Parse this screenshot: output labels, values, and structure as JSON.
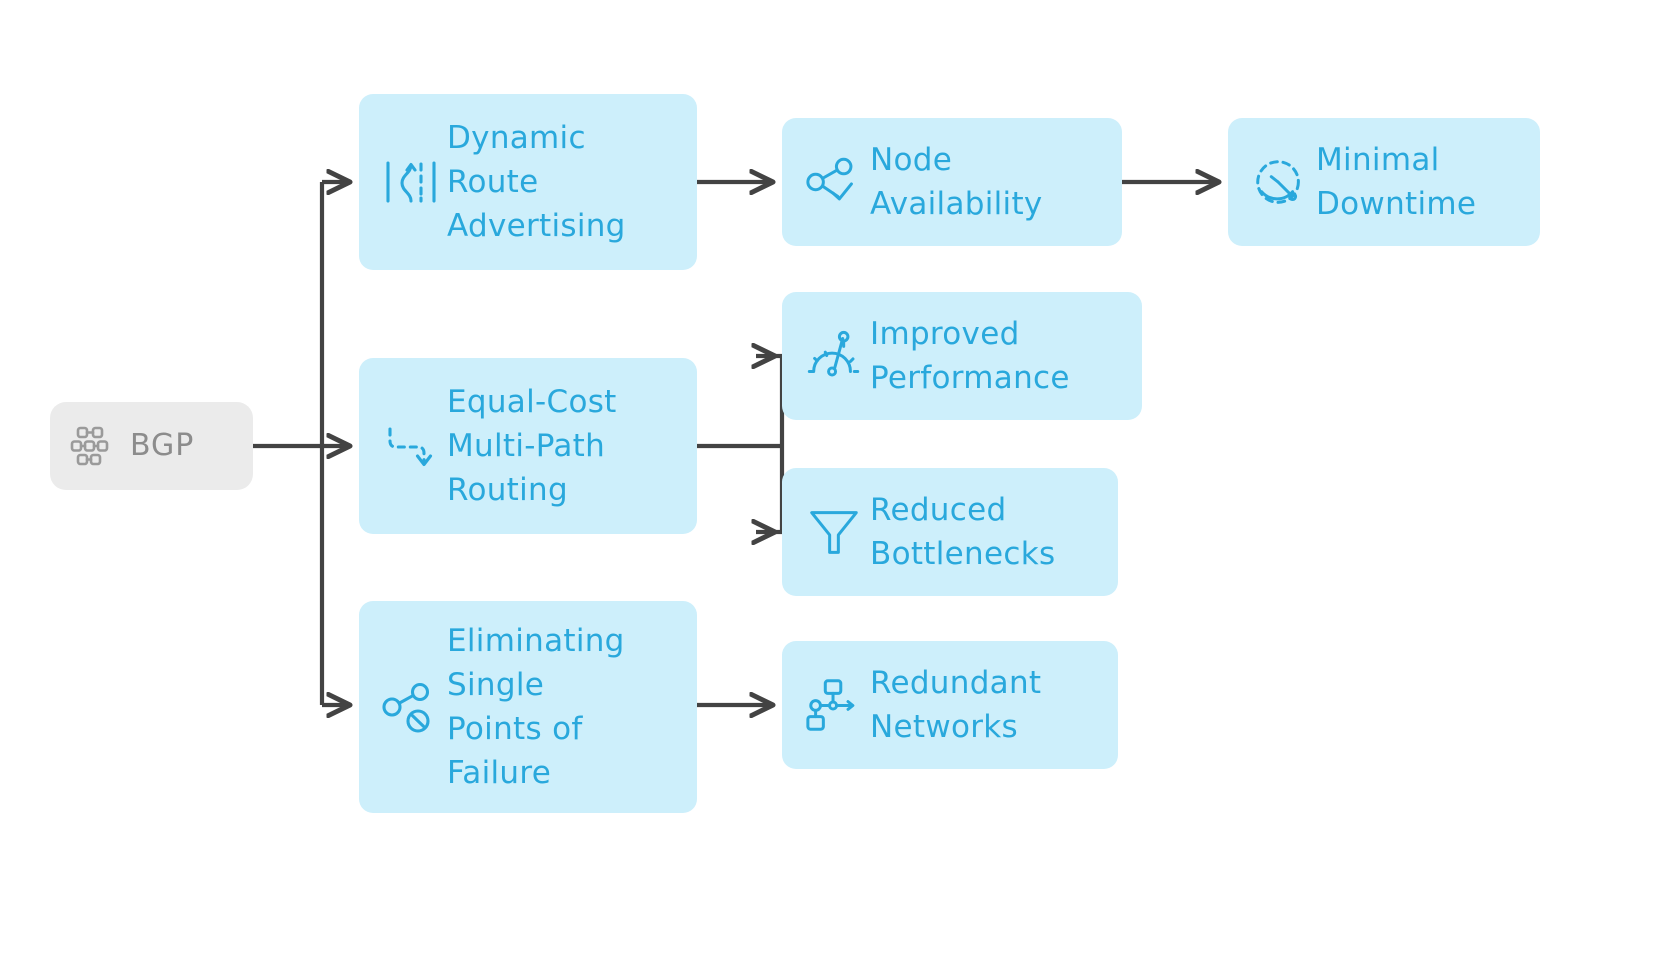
{
  "diagram": {
    "title": "BGP benefits flow diagram",
    "type": "flowchart",
    "direction": "left-to-right",
    "colors": {
      "root_bg": "#ebebeb",
      "root_text": "#8c8c8c",
      "node_bg": "#cdeffb",
      "node_text": "#29a8dc",
      "icon": "#29a8dc",
      "root_icon": "#9a9a9a",
      "edge": "#434343",
      "page_bg": "#ffffff"
    }
  },
  "nodes": {
    "root": {
      "id": "bgp",
      "label": "BGP",
      "icon": "network-topology-icon"
    },
    "branches": [
      {
        "id": "dynamic-route-advertising",
        "label": "Dynamic\nRoute\nAdvertising",
        "icon": "lane-merge-route-icon"
      },
      {
        "id": "equal-cost-multi-path-routing",
        "label": "Equal-Cost\nMulti-Path\nRouting",
        "icon": "dashed-branch-arrow-icon"
      },
      {
        "id": "eliminating-single-points-of-failure",
        "label": "Eliminating\nSingle\nPoints of\nFailure",
        "icon": "share-nodes-blocked-icon"
      }
    ],
    "leaves": [
      {
        "id": "node-availability",
        "label": "Node\nAvailability",
        "icon": "share-nodes-check-icon"
      },
      {
        "id": "minimal-downtime",
        "label": "Minimal\nDowntime",
        "icon": "dashed-clock-icon"
      },
      {
        "id": "improved-performance",
        "label": "Improved\nPerformance",
        "icon": "speed-gauge-icon"
      },
      {
        "id": "reduced-bottlenecks",
        "label": "Reduced\nBottlenecks",
        "icon": "funnel-filter-icon"
      },
      {
        "id": "redundant-networks",
        "label": "Redundant\nNetworks",
        "icon": "network-redundancy-icon"
      }
    ]
  },
  "edges": [
    {
      "from": "bgp",
      "to": "dynamic-route-advertising"
    },
    {
      "from": "bgp",
      "to": "equal-cost-multi-path-routing"
    },
    {
      "from": "bgp",
      "to": "eliminating-single-points-of-failure"
    },
    {
      "from": "dynamic-route-advertising",
      "to": "node-availability"
    },
    {
      "from": "node-availability",
      "to": "minimal-downtime"
    },
    {
      "from": "equal-cost-multi-path-routing",
      "to": "improved-performance"
    },
    {
      "from": "equal-cost-multi-path-routing",
      "to": "reduced-bottlenecks"
    },
    {
      "from": "eliminating-single-points-of-failure",
      "to": "redundant-networks"
    }
  ]
}
